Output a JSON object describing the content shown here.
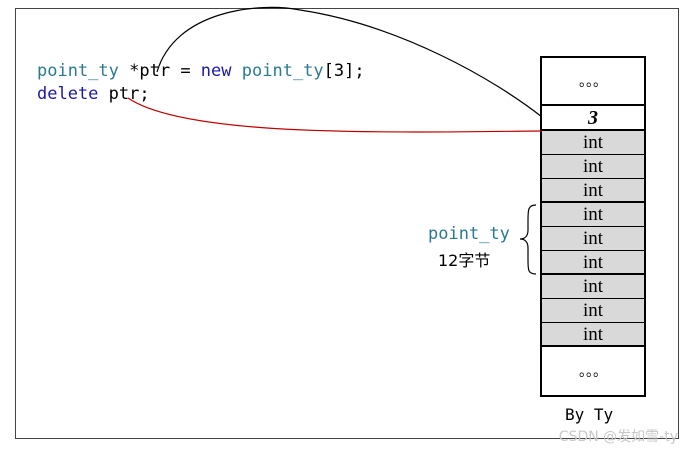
{
  "code": {
    "line1": {
      "type1": "point_ty",
      "space1": " ",
      "ptr_decl": "*ptr = ",
      "kw_new": "new",
      "space2": " ",
      "type2": "point_ty",
      "rest": "[3];"
    },
    "line2": {
      "kw_delete": "delete",
      "rest": " ptr;"
    }
  },
  "memory": {
    "top_dots": "。。。",
    "count_value": "3",
    "cells": [
      "int",
      "int",
      "int",
      "int",
      "int",
      "int",
      "int",
      "int",
      "int"
    ],
    "bottom_dots": "。。。",
    "caption": "By Ty"
  },
  "annotation": {
    "type_name": "point_ty",
    "size_label": "12字节"
  },
  "watermark": "CSDN @发如雪-ty",
  "colors": {
    "type": "#2b7a8f",
    "keyword": "#1a1aa6",
    "new_arrow": "#000000",
    "delete_arrow": "#c00000",
    "cell_fill": "#d9d9d9"
  }
}
